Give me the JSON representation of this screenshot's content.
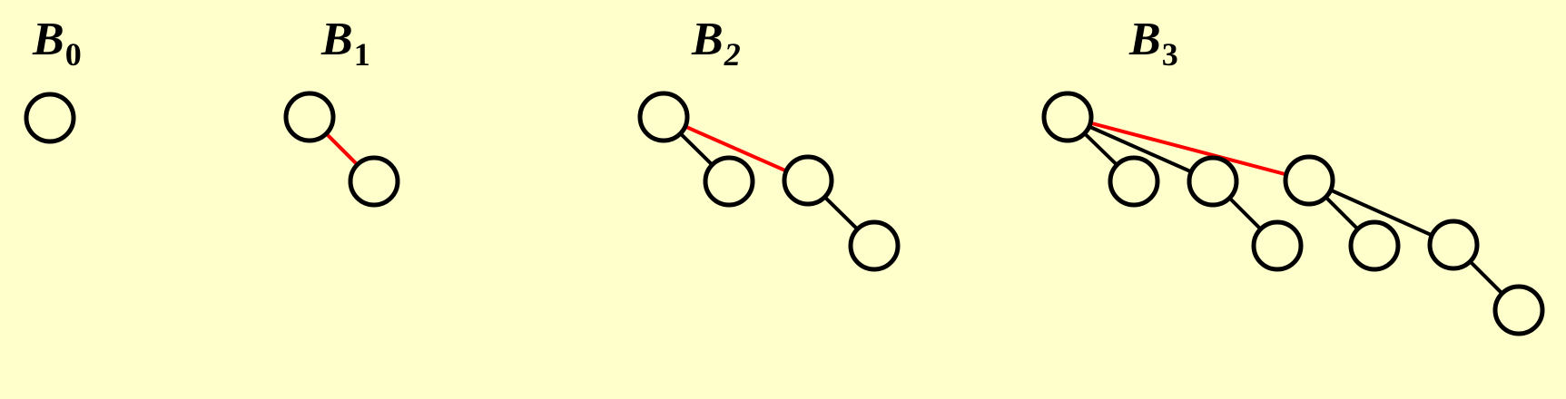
{
  "colors": {
    "background": "#ffffcc",
    "edge": "#000000",
    "link_edge": "#ff0000",
    "node_fill": "#ffffcc",
    "node_stroke": "#000000"
  },
  "trees": [
    {
      "letter": "B",
      "index": "0",
      "nodes": [
        {
          "id": "b0-root"
        }
      ],
      "edges": []
    },
    {
      "letter": "B",
      "index": "1",
      "nodes": [
        {
          "id": "b1-n0"
        },
        {
          "id": "b1-n1"
        }
      ],
      "edges": [
        {
          "from": "b1-n0",
          "to": "b1-n1",
          "link": true
        }
      ]
    },
    {
      "letter": "B",
      "index": "2",
      "nodes": [
        {
          "id": "b2-n0"
        },
        {
          "id": "b2-n1"
        },
        {
          "id": "b2-n2"
        },
        {
          "id": "b2-n3"
        }
      ],
      "edges": [
        {
          "from": "b2-n0",
          "to": "b2-n1",
          "link": false
        },
        {
          "from": "b2-n0",
          "to": "b2-n2",
          "link": true
        },
        {
          "from": "b2-n2",
          "to": "b2-n3",
          "link": false
        }
      ]
    },
    {
      "letter": "B",
      "index": "3",
      "nodes": [
        {
          "id": "b3-n0"
        },
        {
          "id": "b3-n1"
        },
        {
          "id": "b3-n2"
        },
        {
          "id": "b3-n3"
        },
        {
          "id": "b3-n4"
        },
        {
          "id": "b3-n5"
        },
        {
          "id": "b3-n6"
        },
        {
          "id": "b3-n7"
        }
      ],
      "edges": [
        {
          "from": "b3-n0",
          "to": "b3-n1",
          "link": false
        },
        {
          "from": "b3-n0",
          "to": "b3-n2",
          "link": false
        },
        {
          "from": "b3-n2",
          "to": "b3-n3",
          "link": false
        },
        {
          "from": "b3-n0",
          "to": "b3-n4",
          "link": true
        },
        {
          "from": "b3-n4",
          "to": "b3-n5",
          "link": false
        },
        {
          "from": "b3-n4",
          "to": "b3-n6",
          "link": false
        },
        {
          "from": "b3-n6",
          "to": "b3-n7",
          "link": false
        }
      ]
    }
  ]
}
